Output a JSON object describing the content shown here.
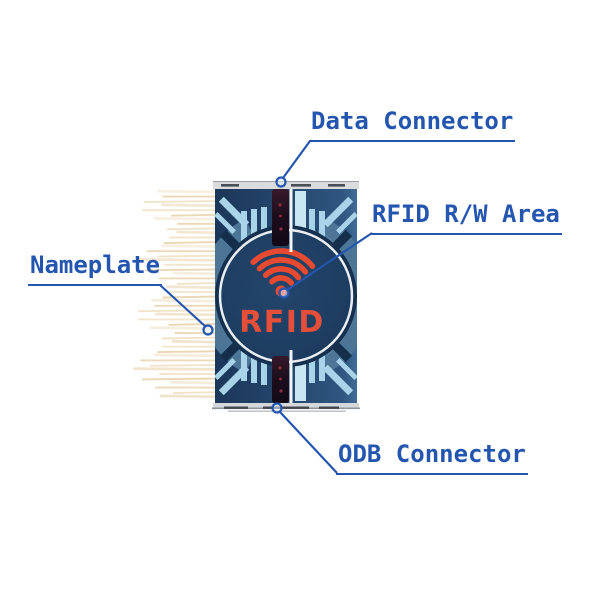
{
  "diagram": {
    "device": {
      "logo_text": "RFID",
      "logo_icon": "wifi-signal-icon",
      "logo_color": "#e84a31",
      "body_color": "#24476d",
      "accent_stripe_color": "#a9d3e8",
      "ring_color": "#4d7696"
    },
    "callout_color": "#2456b0",
    "callouts": {
      "data_connector": {
        "label": "Data Connector"
      },
      "rfid_rw_area": {
        "label": "RFID R/W Area"
      },
      "nameplate": {
        "label": "Nameplate"
      },
      "odb_connector": {
        "label": "ODB Connector"
      }
    }
  }
}
